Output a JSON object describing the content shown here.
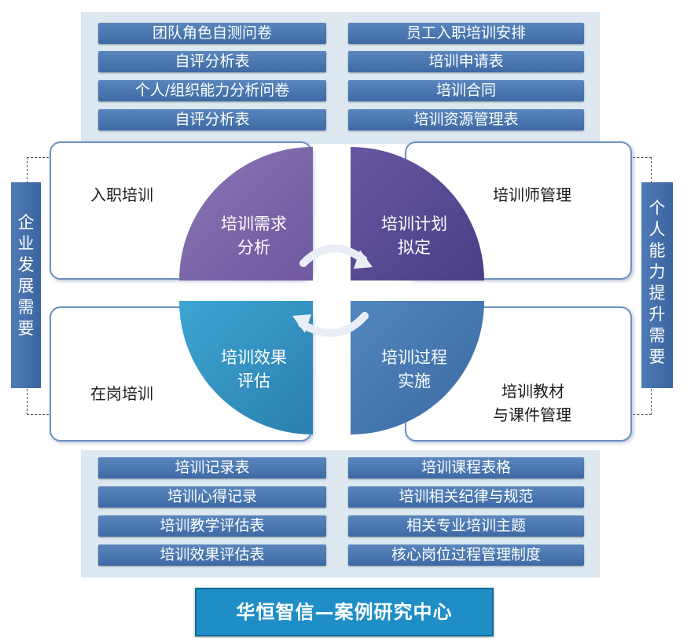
{
  "top_bars": {
    "left": [
      "团队角色自测问卷",
      "自评分析表",
      "个人/组织能力分析问卷",
      "自评分析表"
    ],
    "right": [
      "员工入职培训安排",
      "培训申请表",
      "培训合同",
      "培训资源管理表"
    ]
  },
  "bottom_bars": {
    "left": [
      "培训记录表",
      "培训心得记录",
      "培训教学评估表",
      "培训效果评估表"
    ],
    "right": [
      "培训课程表格",
      "培训相关纪律与规范",
      "相关专业培训主题",
      "核心岗位过程管理制度"
    ]
  },
  "cards": {
    "top_left": "入职培训",
    "top_right": "培训师管理",
    "bottom_left": "在岗培训",
    "bottom_right_line1": "培训教材",
    "bottom_right_line2": "与课件管理"
  },
  "quadrants": {
    "top_left": {
      "line1": "培训需求",
      "line2": "分析",
      "color": "#7b64a6"
    },
    "top_right": {
      "line1": "培训计划",
      "line2": "拟定",
      "color": "#5a4c94"
    },
    "bottom_left": {
      "line1": "培训效果",
      "line2": "评估",
      "color": "#2f8fbd"
    },
    "bottom_right": {
      "line1": "培训过程",
      "line2": "实施",
      "color": "#4475ab"
    }
  },
  "side_labels": {
    "left": [
      "企",
      "业",
      "发",
      "展",
      "需",
      "要"
    ],
    "right": [
      "个",
      "人",
      "能",
      "力",
      "提",
      "升",
      "需",
      "要"
    ]
  },
  "footer": "华恒智信—案例研究中心"
}
